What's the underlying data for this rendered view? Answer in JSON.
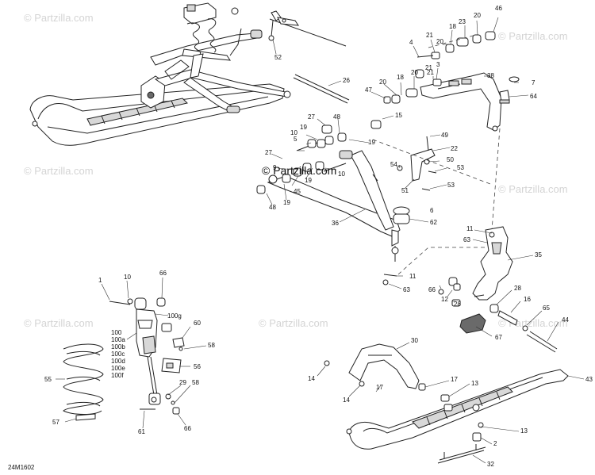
{
  "watermark": {
    "text": "© Partzilla.com"
  },
  "diagram_code": "24M1602",
  "callouts": [
    {
      "id": "c46",
      "text": "46"
    },
    {
      "id": "c20a",
      "text": "20"
    },
    {
      "id": "c23",
      "text": "23"
    },
    {
      "id": "c18a",
      "text": "18"
    },
    {
      "id": "c21a",
      "text": "21"
    },
    {
      "id": "c20b",
      "text": "20"
    },
    {
      "id": "c4",
      "text": "4"
    },
    {
      "id": "c52",
      "text": "52"
    },
    {
      "id": "c3",
      "text": "3"
    },
    {
      "id": "c21b",
      "text": "21"
    },
    {
      "id": "c38",
      "text": "38"
    },
    {
      "id": "c7",
      "text": "7"
    },
    {
      "id": "c64",
      "text": "64"
    },
    {
      "id": "c26",
      "text": "26"
    },
    {
      "id": "c18b",
      "text": "18"
    },
    {
      "id": "c20c",
      "text": "20"
    },
    {
      "id": "c21c",
      "text": "21"
    },
    {
      "id": "c47",
      "text": "47"
    },
    {
      "id": "c20d",
      "text": "20"
    },
    {
      "id": "c15",
      "text": "15"
    },
    {
      "id": "c27a",
      "text": "27"
    },
    {
      "id": "c48a",
      "text": "48"
    },
    {
      "id": "c10a",
      "text": "10"
    },
    {
      "id": "c19a",
      "text": "19"
    },
    {
      "id": "c19b",
      "text": "19"
    },
    {
      "id": "c5",
      "text": "5"
    },
    {
      "id": "c49",
      "text": "49"
    },
    {
      "id": "c22",
      "text": "22"
    },
    {
      "id": "c27b",
      "text": "27"
    },
    {
      "id": "c50",
      "text": "50"
    },
    {
      "id": "c54",
      "text": "54"
    },
    {
      "id": "c53a",
      "text": "53"
    },
    {
      "id": "c9",
      "text": "9"
    },
    {
      "id": "c10b",
      "text": "10"
    },
    {
      "id": "c19c",
      "text": "19"
    },
    {
      "id": "c45",
      "text": "45"
    },
    {
      "id": "c53b",
      "text": "53"
    },
    {
      "id": "c51",
      "text": "51"
    },
    {
      "id": "c48b",
      "text": "48"
    },
    {
      "id": "c19d",
      "text": "19"
    },
    {
      "id": "c6",
      "text": "6"
    },
    {
      "id": "c36",
      "text": "36"
    },
    {
      "id": "c62",
      "text": "62"
    },
    {
      "id": "c11a",
      "text": "11"
    },
    {
      "id": "c63a",
      "text": "63"
    },
    {
      "id": "c35",
      "text": "35"
    },
    {
      "id": "c11b",
      "text": "11"
    },
    {
      "id": "c63b",
      "text": "63"
    },
    {
      "id": "c66a",
      "text": "66"
    },
    {
      "id": "c12",
      "text": "12"
    },
    {
      "id": "c28a",
      "text": "28"
    },
    {
      "id": "c28b",
      "text": "28"
    },
    {
      "id": "c16",
      "text": "16"
    },
    {
      "id": "c65",
      "text": "65"
    },
    {
      "id": "c44",
      "text": "44"
    },
    {
      "id": "c67",
      "text": "67"
    },
    {
      "id": "c1",
      "text": "1"
    },
    {
      "id": "c10c",
      "text": "10"
    },
    {
      "id": "c66b",
      "text": "66"
    },
    {
      "id": "c100g",
      "text": "100g"
    },
    {
      "id": "c60",
      "text": "60"
    },
    {
      "id": "c100",
      "text": "100"
    },
    {
      "id": "c100a",
      "text": "100a"
    },
    {
      "id": "c100b",
      "text": "100b"
    },
    {
      "id": "c100c",
      "text": "100c"
    },
    {
      "id": "c100d",
      "text": "100d"
    },
    {
      "id": "c100e",
      "text": "100e"
    },
    {
      "id": "c100f",
      "text": "100f"
    },
    {
      "id": "c58a",
      "text": "58"
    },
    {
      "id": "c56",
      "text": "56"
    },
    {
      "id": "c55",
      "text": "55"
    },
    {
      "id": "c29",
      "text": "29"
    },
    {
      "id": "c58b",
      "text": "58"
    },
    {
      "id": "c57",
      "text": "57"
    },
    {
      "id": "c61",
      "text": "61"
    },
    {
      "id": "c66c",
      "text": "66"
    },
    {
      "id": "c30",
      "text": "30"
    },
    {
      "id": "c14a",
      "text": "14"
    },
    {
      "id": "c17a",
      "text": "17"
    },
    {
      "id": "c17b",
      "text": "17"
    },
    {
      "id": "c14b",
      "text": "14"
    },
    {
      "id": "c13a",
      "text": "13"
    },
    {
      "id": "c43",
      "text": "43"
    },
    {
      "id": "c13b",
      "text": "13"
    },
    {
      "id": "c2",
      "text": "2"
    },
    {
      "id": "c32",
      "text": "32"
    }
  ]
}
